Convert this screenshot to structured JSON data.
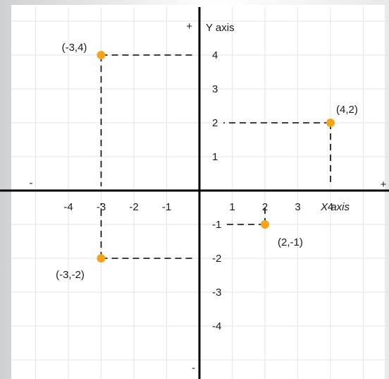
{
  "axes": {
    "y_title": "Y axis",
    "x_title": "X axis",
    "y_plus": "+",
    "y_minus": "-",
    "x_plus": "+",
    "x_minus": "-",
    "x_range": [
      -5.5,
      5.5
    ],
    "y_range": [
      -5.6,
      5.2
    ]
  },
  "chart_data": {
    "type": "scatter",
    "grid": true,
    "x_ticks": [
      {
        "value": -4,
        "label": "-4"
      },
      {
        "value": -3,
        "label": "-3"
      },
      {
        "value": -2,
        "label": "-2"
      },
      {
        "value": -1,
        "label": "-1"
      },
      {
        "value": 1,
        "label": "1"
      },
      {
        "value": 2,
        "label": "2"
      },
      {
        "value": 3,
        "label": "3"
      },
      {
        "value": 4,
        "label": "4"
      }
    ],
    "y_ticks": [
      {
        "value": 4,
        "label": "4"
      },
      {
        "value": 3,
        "label": "3"
      },
      {
        "value": 2,
        "label": "2"
      },
      {
        "value": 1,
        "label": "1"
      },
      {
        "value": -1,
        "label": "-1"
      },
      {
        "value": -2,
        "label": "-2"
      },
      {
        "value": -3,
        "label": "-3"
      },
      {
        "value": -4,
        "label": "-4"
      }
    ],
    "points": [
      {
        "x": -3,
        "y": 4,
        "label": "(-3,4)"
      },
      {
        "x": 4,
        "y": 2,
        "label": "(4,2)"
      },
      {
        "x": 2,
        "y": -1,
        "label": "(2,-1)"
      },
      {
        "x": -3,
        "y": -2,
        "label": "(-3,-2)"
      }
    ]
  },
  "colors": {
    "point": "#f7a21b",
    "axis": "#000000",
    "grid": "#dfe6ea",
    "plot_bg": "#ffffff"
  }
}
